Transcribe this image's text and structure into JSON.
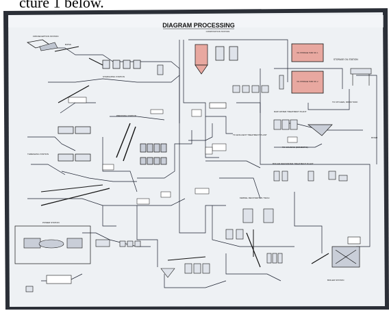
{
  "caption_fragment": "cture 1 below.",
  "poster": {
    "title": "DIAGRAM PROCESSING",
    "subtitle": "COMPOSITION STATION",
    "stations": {
      "ffb_reception": "FFB RECEPTION STATION",
      "sterilizing": "STERILIZING STATION",
      "pressing": "PRESSING STATION",
      "threshing": "THRESHING STATION",
      "power": "POWER STATION",
      "storage_oil": "STORAGE OIL STATION",
      "raw_water": "RAW WATER TREATMENT PLANT",
      "boiler_feedwater": "BOILER FEEDWATER TREATMENT PLANT",
      "kernel_recovery": "KERNEL RECOVERY 81 T/ECH",
      "boiler": "BOILER STATION"
    },
    "tank_labels": [
      "OIL STORAGE TANK NO. 1",
      "OIL STORAGE TANK NO. 2"
    ],
    "notes": {
      "effluent": "TO EFFLUENT TREATMENT PLANT",
      "kitchen": "TO KITCHEN, DRUM TANK",
      "housing": "TO HOUSING (DOMESTIC)",
      "river": "RIVER"
    }
  },
  "colors": {
    "board_bg": "#eef1f4",
    "tank_fill": "#e8a8a0",
    "line": "#1a1f2e",
    "frame": "#2a2e36"
  }
}
